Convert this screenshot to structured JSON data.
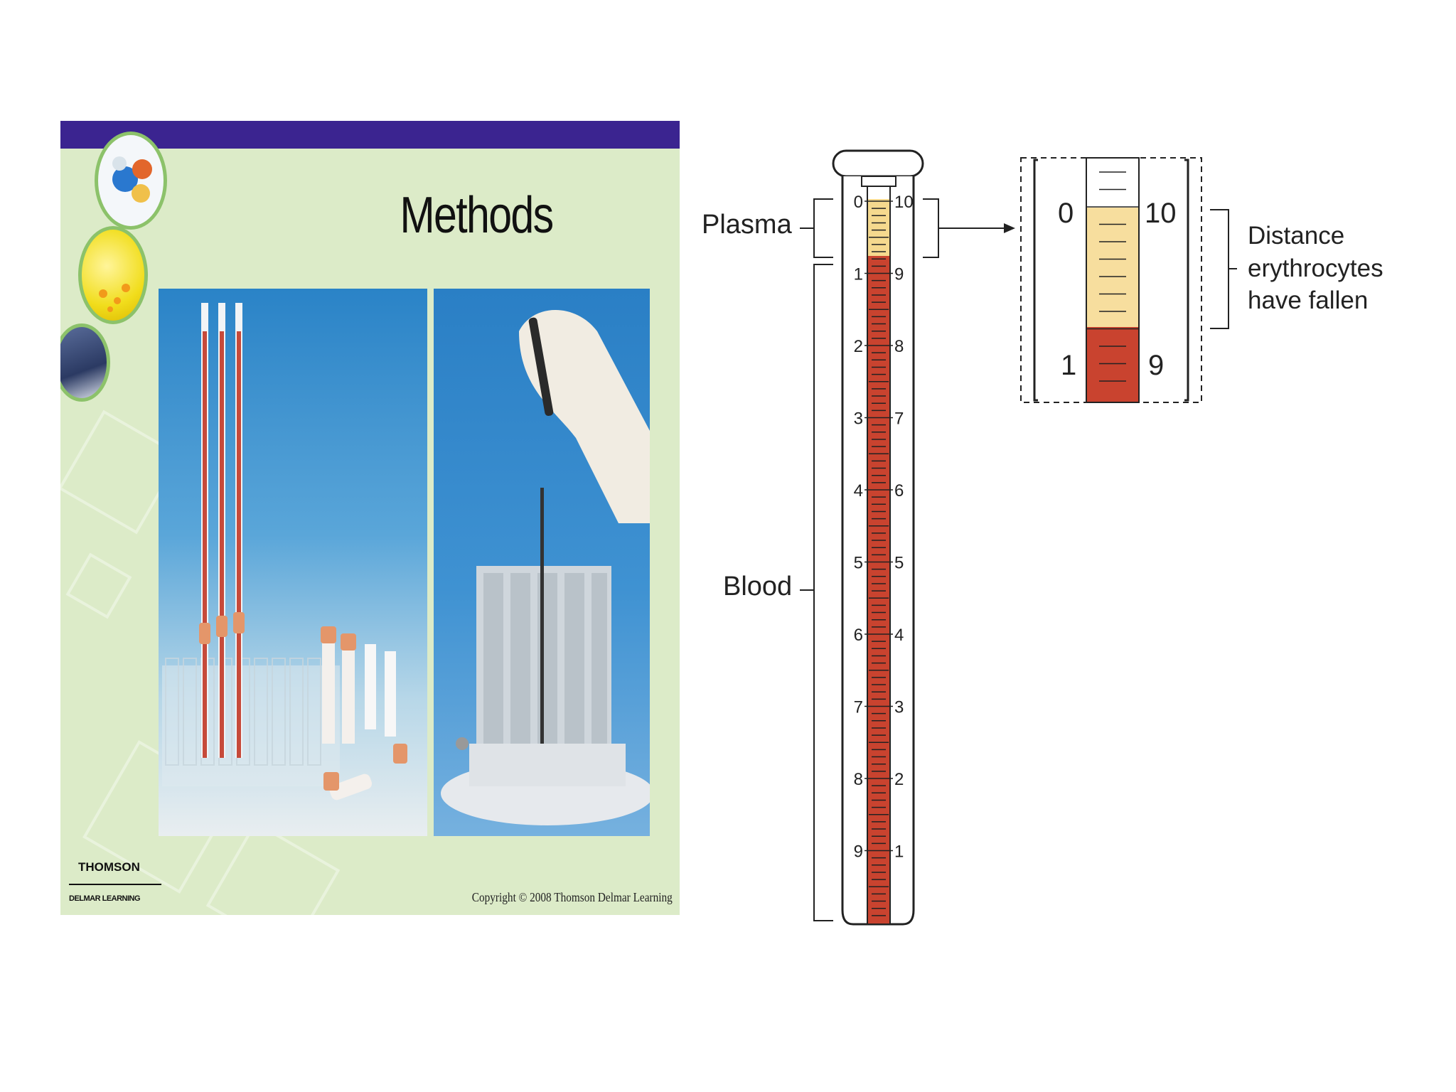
{
  "slide": {
    "title": "Methods",
    "logo_name": "THOMSON",
    "logo_sub": "DELMAR LEARNING",
    "copyright": "Copyright © 2008 Thomson Delmar Learning",
    "colors": {
      "top_bar": "#3b2490",
      "background": "#dcebc8",
      "accent_green": "#8cc26a"
    }
  },
  "diagram": {
    "labels": {
      "plasma": "Plasma",
      "blood": "Blood",
      "distance": [
        "Distance",
        "erythrocytes",
        "have fallen"
      ]
    },
    "tube_left_scale": [
      "0",
      "1",
      "2",
      "3",
      "4",
      "5",
      "6",
      "7",
      "8",
      "9"
    ],
    "tube_right_scale": [
      "10",
      "9",
      "8",
      "7",
      "6",
      "5",
      "4",
      "3",
      "2",
      "1"
    ],
    "zoom_left": [
      "0",
      "1"
    ],
    "zoom_right": [
      "10",
      "9"
    ],
    "colors": {
      "plasma": "#f5d98e",
      "blood": "#c9432f",
      "outline": "#222222"
    }
  }
}
